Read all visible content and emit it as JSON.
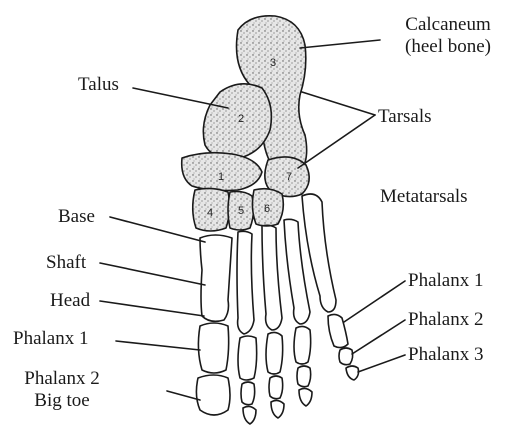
{
  "labels": {
    "calcaneum_line1": "Calcaneum",
    "calcaneum_line2": "(heel bone)",
    "talus": "Talus",
    "tarsals": "Tarsals",
    "metatarsals": "Metatarsals",
    "base": "Base",
    "shaft": "Shaft",
    "head": "Head",
    "phalanx1_left": "Phalanx 1",
    "phalanx2_left": "Phalanx 2",
    "big_toe": "Big toe",
    "phalanx1_right": "Phalanx 1",
    "phalanx2_right": "Phalanx 2",
    "phalanx3_right": "Phalanx 3"
  },
  "bone_numbers": {
    "n1": "1",
    "n2": "2",
    "n3": "3",
    "n4": "4",
    "n5": "5",
    "n6": "6",
    "n7": "7"
  },
  "colors": {
    "ink": "#1a1a1a",
    "stipple": "#d8d8d8"
  }
}
